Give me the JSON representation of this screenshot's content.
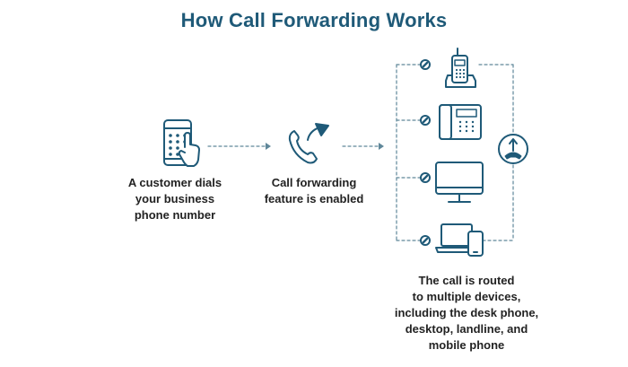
{
  "title": "How Call Forwarding Works",
  "captions": {
    "customer": [
      "A customer dials",
      "your business",
      "phone number"
    ],
    "feature": [
      "Call forwarding",
      "feature is enabled"
    ],
    "routed": [
      "The call is routed",
      "to multiple devices,",
      "including the desk phone,",
      "desktop, landline, and",
      "mobile phone"
    ]
  },
  "colors": {
    "primary": "#1f5a78",
    "text": "#222222",
    "dashed": "#5f8799"
  },
  "icons": {
    "step1": "smartphone-dialpad-icon",
    "step2": "forwarding-phone-icon",
    "devices": [
      "cordless-phone-icon",
      "desk-phone-icon",
      "desktop-monitor-icon",
      "laptop-mobile-icon"
    ],
    "router": "forward-call-icon"
  }
}
